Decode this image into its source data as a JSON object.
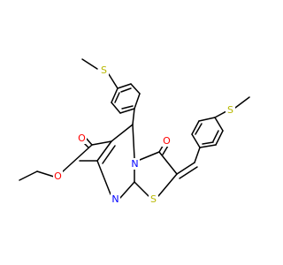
{
  "diagram": {
    "type": "chemical-structure",
    "colors": {
      "bond": "#000000",
      "oxygen": "#ff0000",
      "nitrogen": "#0000ff",
      "sulfur": "#b8b800",
      "background": "#ffffff"
    },
    "atom_labels": {
      "s_methylthio_top": "S",
      "s_methylthio_right": "S",
      "o_ring_carbonyl": "O",
      "o_ester_carbonyl": "O",
      "o_ester_ether": "O",
      "n_ring_bridgehead": "N",
      "n_ring_imine": "N",
      "s_thiazole": "S"
    }
  }
}
